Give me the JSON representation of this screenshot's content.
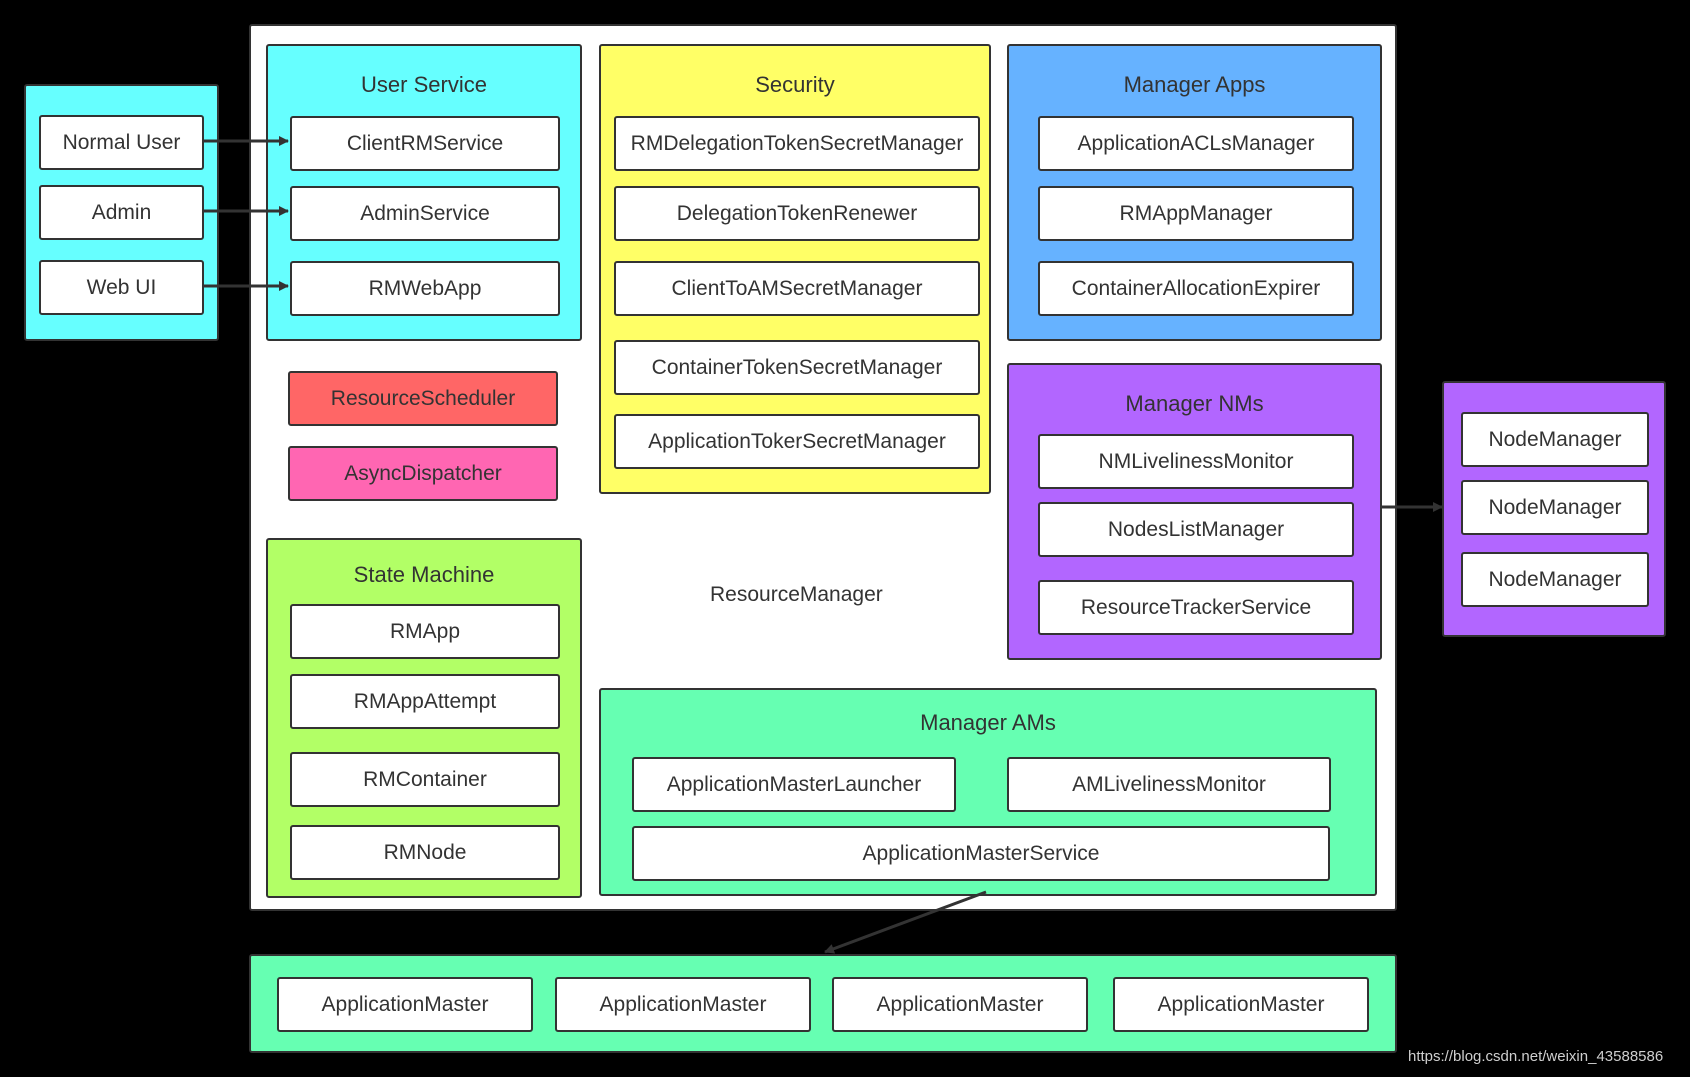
{
  "colors": {
    "background": "#000000",
    "container": "#ffffff",
    "cyan": "#66ffff",
    "yellow": "#ffff66",
    "blue": "#66b2ff",
    "purple": "#b266ff",
    "green_light": "#b2ff66",
    "mint": "#66ffb2",
    "red": "#ff6666",
    "pink": "#ff66b2",
    "border": "#333333"
  },
  "users": {
    "normal_user": "Normal User",
    "admin": "Admin",
    "web_ui": "Web UI"
  },
  "resource_manager": {
    "label": "ResourceManager",
    "user_service": {
      "title": "User Service",
      "items": [
        "ClientRMService",
        "AdminService",
        "RMWebApp"
      ]
    },
    "security": {
      "title": "Security",
      "items": [
        "RMDelegationTokenSecretManager",
        "DelegationTokenRenewer",
        "ClientToAMSecretManager",
        "ContainerTokenSecretManager",
        "ApplicationTokerSecretManager"
      ]
    },
    "manager_apps": {
      "title": "Manager Apps",
      "items": [
        "ApplicationACLsManager",
        "RMAppManager",
        "ContainerAllocationExpirer"
      ]
    },
    "resource_scheduler": "ResourceScheduler",
    "async_dispatcher": "AsyncDispatcher",
    "manager_nms": {
      "title": "Manager NMs",
      "items": [
        "NMLivelinessMonitor",
        "NodesListManager",
        "ResourceTrackerService"
      ]
    },
    "state_machine": {
      "title": "State Machine",
      "items": [
        "RMApp",
        "RMAppAttempt",
        "RMContainer",
        "RMNode"
      ]
    },
    "manager_ams": {
      "title": "Manager AMs",
      "items": [
        "ApplicationMasterLauncher",
        "AMLivelinessMonitor",
        "ApplicationMasterService"
      ]
    }
  },
  "node_managers": [
    "NodeManager",
    "NodeManager",
    "NodeManager"
  ],
  "application_masters": [
    "ApplicationMaster",
    "ApplicationMaster",
    "ApplicationMaster",
    "ApplicationMaster"
  ],
  "watermark": "https://blog.csdn.net/weixin_43588586"
}
